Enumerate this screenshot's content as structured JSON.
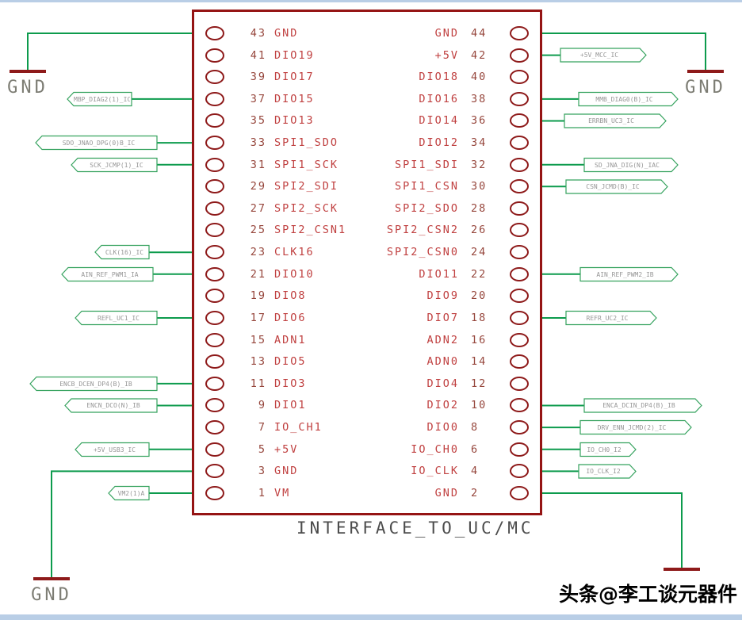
{
  "component": {
    "title": "INTERFACE_TO_UC/MC",
    "pins": {
      "rows": [
        {
          "left_num": "43",
          "left_label": "GND",
          "right_label": "GND",
          "right_num": "44"
        },
        {
          "left_num": "41",
          "left_label": "DIO19",
          "right_label": "+5V",
          "right_num": "42"
        },
        {
          "left_num": "39",
          "left_label": "DIO17",
          "right_label": "DIO18",
          "right_num": "40"
        },
        {
          "left_num": "37",
          "left_label": "DIO15",
          "right_label": "DIO16",
          "right_num": "38"
        },
        {
          "left_num": "35",
          "left_label": "DIO13",
          "right_label": "DIO14",
          "right_num": "36"
        },
        {
          "left_num": "33",
          "left_label": "SPI1_SDO",
          "right_label": "DIO12",
          "right_num": "34"
        },
        {
          "left_num": "31",
          "left_label": "SPI1_SCK",
          "right_label": "SPI1_SDI",
          "right_num": "32"
        },
        {
          "left_num": "29",
          "left_label": "SPI2_SDI",
          "right_label": "SPI1_CSN",
          "right_num": "30"
        },
        {
          "left_num": "27",
          "left_label": "SPI2_SCK",
          "right_label": "SPI2_SDO",
          "right_num": "28"
        },
        {
          "left_num": "25",
          "left_label": "SPI2_CSN1",
          "right_label": "SPI2_CSN2",
          "right_num": "26"
        },
        {
          "left_num": "23",
          "left_label": "CLK16",
          "right_label": "SPI2_CSN0",
          "right_num": "24"
        },
        {
          "left_num": "21",
          "left_label": "DIO10",
          "right_label": "DIO11",
          "right_num": "22"
        },
        {
          "left_num": "19",
          "left_label": "DIO8",
          "right_label": "DIO9",
          "right_num": "20"
        },
        {
          "left_num": "17",
          "left_label": "DIO6",
          "right_label": "DIO7",
          "right_num": "18"
        },
        {
          "left_num": "15",
          "left_label": "ADN1",
          "right_label": "ADN2",
          "right_num": "16"
        },
        {
          "left_num": "13",
          "left_label": "DIO5",
          "right_label": "ADN0",
          "right_num": "14"
        },
        {
          "left_num": "11",
          "left_label": "DIO3",
          "right_label": "DIO4",
          "right_num": "12"
        },
        {
          "left_num": "9",
          "left_label": "DIO1",
          "right_label": "DIO2",
          "right_num": "10"
        },
        {
          "left_num": "7",
          "left_label": "IO_CH1",
          "right_label": "DIO0",
          "right_num": "8"
        },
        {
          "left_num": "5",
          "left_label": "+5V",
          "right_label": "IO_CH0",
          "right_num": "6"
        },
        {
          "left_num": "3",
          "left_label": "GND",
          "right_label": "IO_CLK",
          "right_num": "4"
        },
        {
          "left_num": "1",
          "left_label": "VM",
          "right_label": "GND",
          "right_num": "2"
        }
      ]
    }
  },
  "gnd": {
    "top_left": "GND",
    "top_right": "GND",
    "bottom_left": "GND"
  },
  "net_flags": {
    "left": [
      "MBP_DIAG2(1)_IC",
      "SDO_JNAO_DPG(0)B_IC",
      "SCK_JCMP(1)_IC",
      "CLK(16)_IC",
      "AIN_REF_PWM1_IA",
      "REFL_UC1_IC",
      "ENCB_DCEN_DP4(B)_IB",
      "ENCN_DCO(N)_IB",
      "+5V_USB3_IC",
      "VM2(1)A"
    ],
    "right": [
      "+5V_MCC_IC",
      "MMB_DIAG0(B)_IC",
      "ERRBN_UC3_IC",
      "SD_JNA_DIG(N)_IAC",
      "CSN_JCMD(B)_IC",
      "AIN_REF_PWM2_IB",
      "REFR_UC2_IC",
      "ENCA_DCIN_DP4(B)_IB",
      "DRV_ENN_JCMD(2)_IC",
      "IO_CH0_I2",
      "IO_CLK_I2"
    ]
  },
  "watermark": "头条@李工谈元器件",
  "colors": {
    "wire_green": "#0d9b4d",
    "component_outline": "#951414",
    "pin_label_red": "#c04040",
    "pin_number_brown": "#96463c",
    "gnd_symbol": "#8e1a1a",
    "frame_bar_blue": "#b9cee6"
  }
}
